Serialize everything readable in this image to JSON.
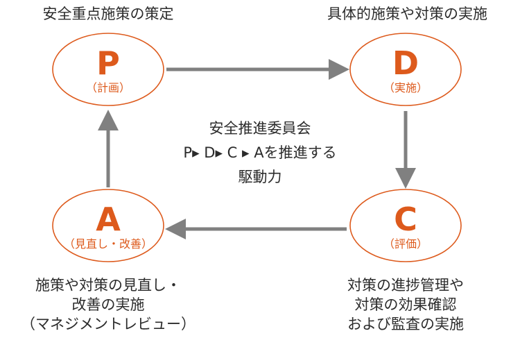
{
  "colors": {
    "accent": "#dd5a1c",
    "arrow": "#808080",
    "text": "#2b2b2b"
  },
  "nodes": {
    "plan": {
      "letter": "P",
      "label": "（計画）",
      "caption": "安全重点施策の策定"
    },
    "do": {
      "letter": "D",
      "label": "（実施）",
      "caption": "具体的施策や対策の実施"
    },
    "check": {
      "letter": "C",
      "label": "（評価）",
      "caption_lines": [
        "対策の進捗管理や",
        "対策の効果確認",
        "および監査の実施"
      ]
    },
    "act": {
      "letter": "A",
      "label": "（見直し・改善）",
      "caption_lines": [
        "施策や対策の見直し・",
        "改善の実施",
        "（マネジメントレビュー）"
      ]
    }
  },
  "center": {
    "lines": [
      "安全推進委員会",
      "P▸ D▸ C ▸ Aを推進する",
      "駆動力"
    ]
  }
}
